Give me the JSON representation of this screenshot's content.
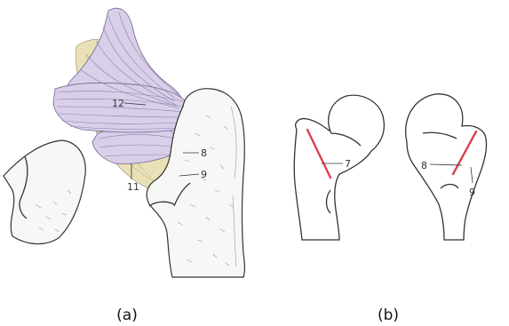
{
  "panel_a": {
    "caption": "(a)",
    "labels": {
      "l12": "12",
      "l8": "8",
      "l9": "9",
      "l11": "11"
    }
  },
  "panel_b": {
    "caption": "(b)",
    "labels": {
      "l7": "7",
      "l8": "8",
      "l9": "9"
    }
  },
  "colors": {
    "muscle": "#d9cfe8",
    "tendon": "#e9e0b8",
    "line": "#d9434a"
  }
}
